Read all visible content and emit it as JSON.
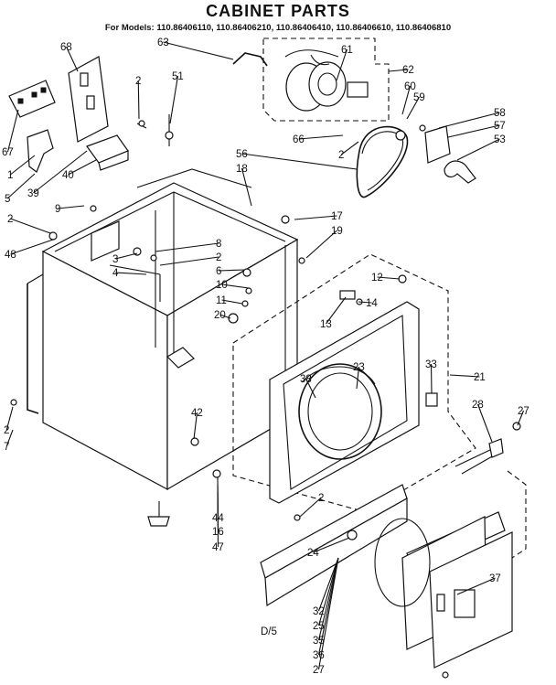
{
  "title": "CABINET PARTS",
  "models_line": "For Models: 110.86406110, 110.86406210, 110.86406410, 110.86406610, 110.86406810",
  "footer_code": "D/5",
  "callouts": [
    "68",
    "63",
    "61",
    "62",
    "60",
    "59",
    "58",
    "57",
    "53",
    "66",
    "2",
    "51",
    "2",
    "67",
    "1",
    "5",
    "39",
    "40",
    "56",
    "18",
    "9",
    "2",
    "48",
    "17",
    "19",
    "8",
    "2",
    "3",
    "6",
    "4",
    "10",
    "11",
    "20",
    "12",
    "14",
    "13",
    "21",
    "23",
    "38",
    "33",
    "28",
    "27",
    "42",
    "2",
    "7",
    "44",
    "16",
    "47",
    "2",
    "24",
    "37",
    "32",
    "25",
    "35",
    "36",
    "27"
  ]
}
